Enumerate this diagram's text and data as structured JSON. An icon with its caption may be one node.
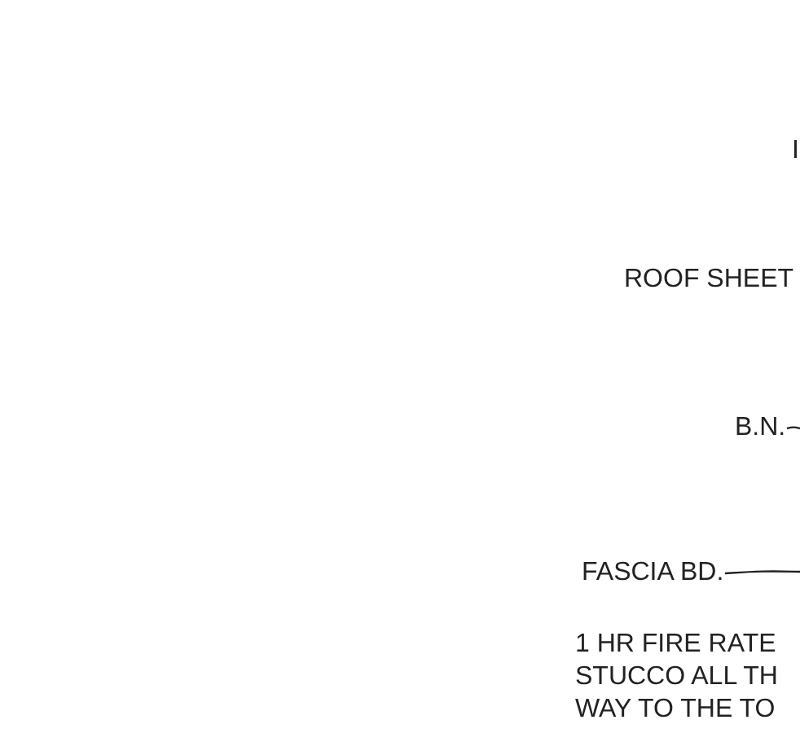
{
  "diagram": {
    "nodes": [
      {
        "text": [
          "B.N."
        ]
      },
      {
        "text": [
          "FASCIA BD."
        ]
      }
    ],
    "edges": [
      {
        "from": 0,
        "to": null,
        "arrow": "none"
      },
      {
        "from": 1,
        "to": null,
        "arrow": "none"
      }
    ],
    "labels": [
      "I",
      "ROOF SHEET",
      "1 HR FIRE RATE STUCCO ALL TH WAY TO THE TO"
    ]
  }
}
